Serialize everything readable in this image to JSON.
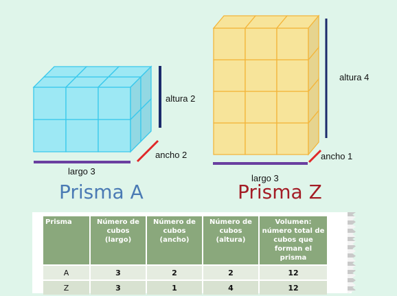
{
  "prism_a": {
    "title": "Prisma A",
    "length_label": "largo 3",
    "width_label": "ancho 2",
    "height_label": "altura 2",
    "fill_color": "#9de8f4",
    "line_color": "#38c8ec",
    "title_color": "#4a7ab4"
  },
  "prism_z": {
    "title": "Prisma Z",
    "length_label": "largo 3",
    "width_label": "ancho 1",
    "height_label": "altura 4",
    "fill_color": "#f7e49a",
    "line_color": "#f3b53b",
    "title_color": "#a31c25"
  },
  "dimension_colors": {
    "length": "#6a3fa0",
    "width": "#e02828",
    "height": "#1b2a6b"
  },
  "table": {
    "headers": [
      "Prisma",
      "Número de cubos (largo)",
      "Número de cubos (ancho)",
      "Número de cubos (altura)",
      "Volumen: número total de cubos que forman el prisma"
    ],
    "rows": [
      [
        "A",
        "3",
        "2",
        "2",
        "12"
      ],
      [
        "Z",
        "3",
        "1",
        "4",
        "12"
      ]
    ]
  }
}
